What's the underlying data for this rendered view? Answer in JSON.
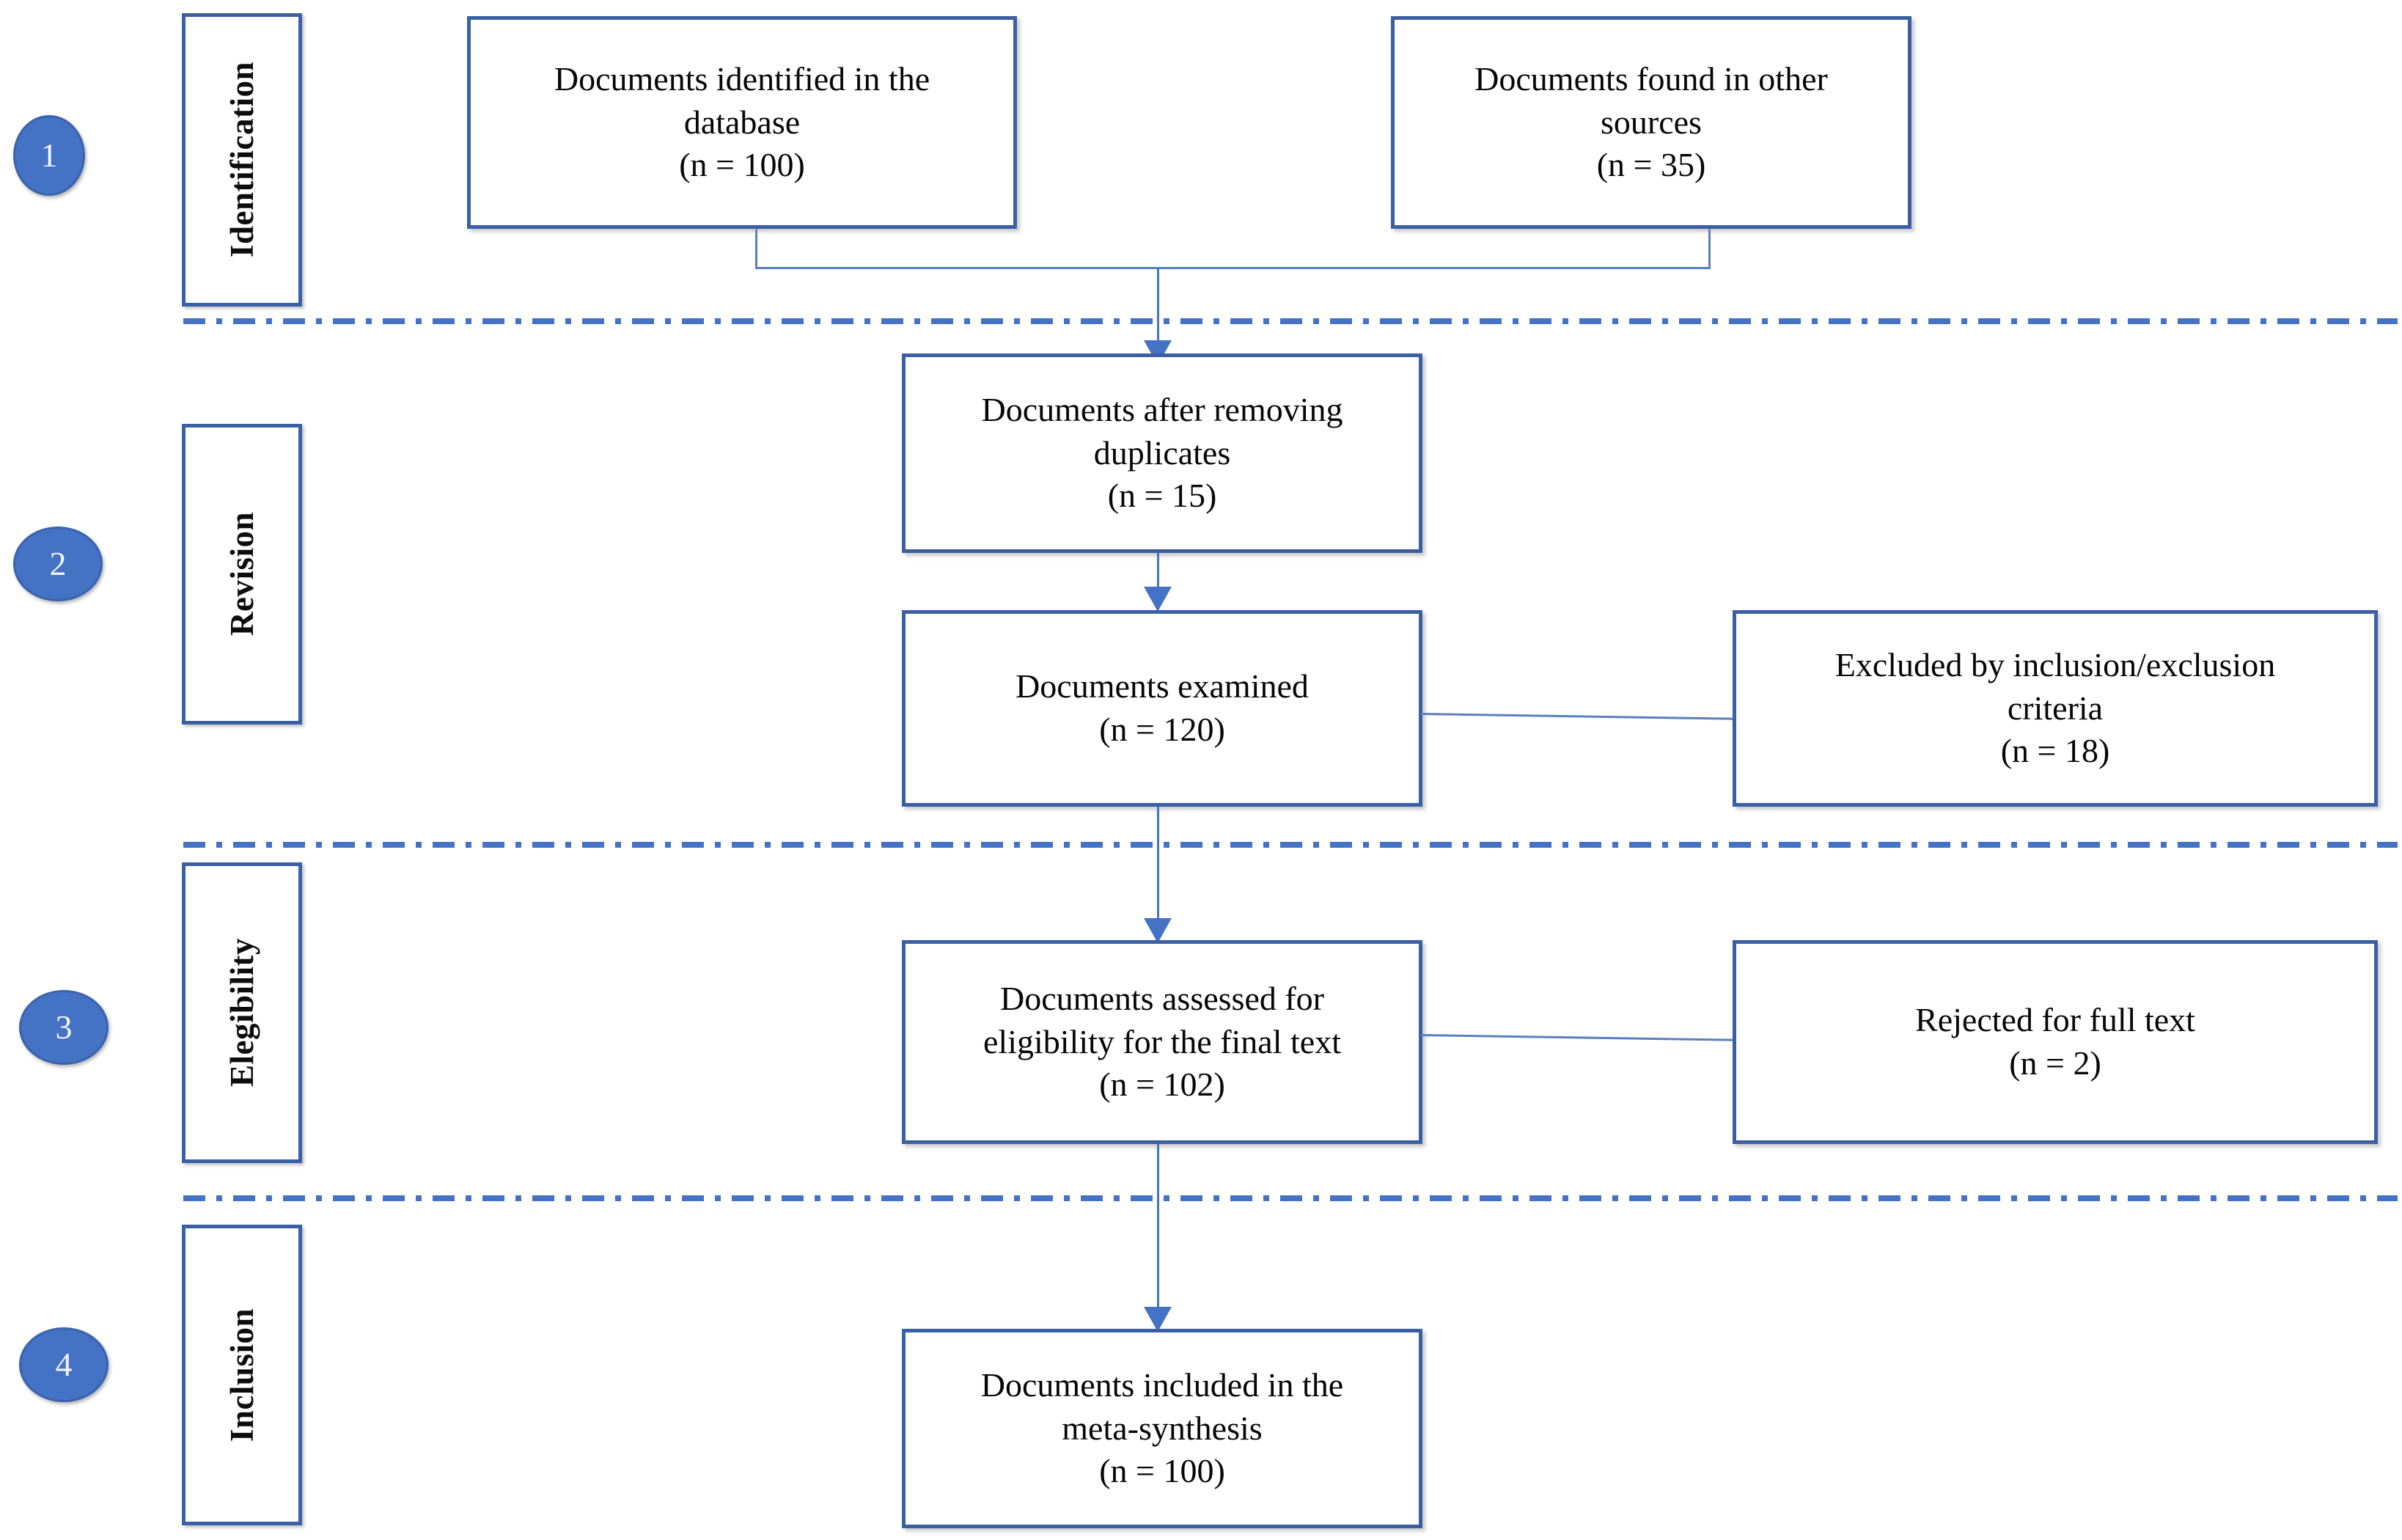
{
  "diagram": {
    "title": "PRISMA document selection flow diagram",
    "accent_color": "#4472C4",
    "border_color": "#3B5FA4",
    "text_color": "#060606"
  },
  "stages": [
    {
      "number": "1",
      "label": "Identification"
    },
    {
      "number": "2",
      "label": "Revision"
    },
    {
      "number": "3",
      "label": "Elegibility"
    },
    {
      "number": "4",
      "label": "Inclusion"
    }
  ],
  "boxes": {
    "identified_database": {
      "line1": "Documents identified  in the",
      "line2": "database",
      "count": "(n = 100)",
      "text": "Documents identified  in the\ndatabase\n(n = 100)"
    },
    "other_sources": {
      "line1": "Documents found in other",
      "line2": "sources",
      "count": "(n = 35)",
      "text": "Documents found in other\nsources\n(n = 35)"
    },
    "after_duplicates": {
      "line1": "Documents after removing",
      "line2": "duplicates",
      "count": "(n = 15)",
      "text": "Documents after removing\nduplicates\n(n = 15)"
    },
    "examined": {
      "line1": "Documents examined",
      "count": "(n = 120)",
      "text": "Documents examined\n(n = 120)"
    },
    "excluded_criteria": {
      "line1": "Excluded by inclusion/exclusion",
      "line2": "criteria",
      "count": "(n = 18)",
      "text": "Excluded by inclusion/exclusion\ncriteria\n(n = 18)"
    },
    "assessed_eligibility": {
      "line1": "Documents assessed for",
      "line2": "eligibility  for the final text",
      "count": "(n = 102)",
      "text": "Documents assessed for\neligibility  for the final text\n(n = 102)"
    },
    "rejected_full_text": {
      "line1": "Rejected for full text",
      "count": "(n = 2)",
      "text": "Rejected for full text\n(n = 2)"
    },
    "included_meta_synthesis": {
      "line1": "Documents included in the",
      "line2": "meta-synthesis",
      "count": "(n = 100)",
      "text": "Documents included in the\nmeta-synthesis\n(n = 100)"
    }
  },
  "chart_data": {
    "type": "diagram",
    "title": "PRISMA document selection flow",
    "nodes": [
      {
        "id": "identified_database",
        "stage": "Identification",
        "label": "Documents identified in the database",
        "n": 100
      },
      {
        "id": "other_sources",
        "stage": "Identification",
        "label": "Documents found in other sources",
        "n": 35
      },
      {
        "id": "after_duplicates",
        "stage": "Revision",
        "label": "Documents after removing duplicates",
        "n": 15
      },
      {
        "id": "examined",
        "stage": "Revision",
        "label": "Documents examined",
        "n": 120
      },
      {
        "id": "excluded_criteria",
        "stage": "Revision",
        "label": "Excluded by inclusion/exclusion criteria",
        "n": 18
      },
      {
        "id": "assessed_eligibility",
        "stage": "Elegibility",
        "label": "Documents assessed for eligibility for the final text",
        "n": 102
      },
      {
        "id": "rejected_full_text",
        "stage": "Elegibility",
        "label": "Rejected for full text",
        "n": 2
      },
      {
        "id": "included_meta_synthesis",
        "stage": "Inclusion",
        "label": "Documents included in the meta-synthesis",
        "n": 100
      }
    ],
    "edges": [
      {
        "from": "identified_database",
        "to": "after_duplicates"
      },
      {
        "from": "other_sources",
        "to": "after_duplicates"
      },
      {
        "from": "after_duplicates",
        "to": "examined"
      },
      {
        "from": "examined",
        "to": "excluded_criteria"
      },
      {
        "from": "examined",
        "to": "assessed_eligibility"
      },
      {
        "from": "assessed_eligibility",
        "to": "rejected_full_text"
      },
      {
        "from": "assessed_eligibility",
        "to": "included_meta_synthesis"
      }
    ]
  }
}
